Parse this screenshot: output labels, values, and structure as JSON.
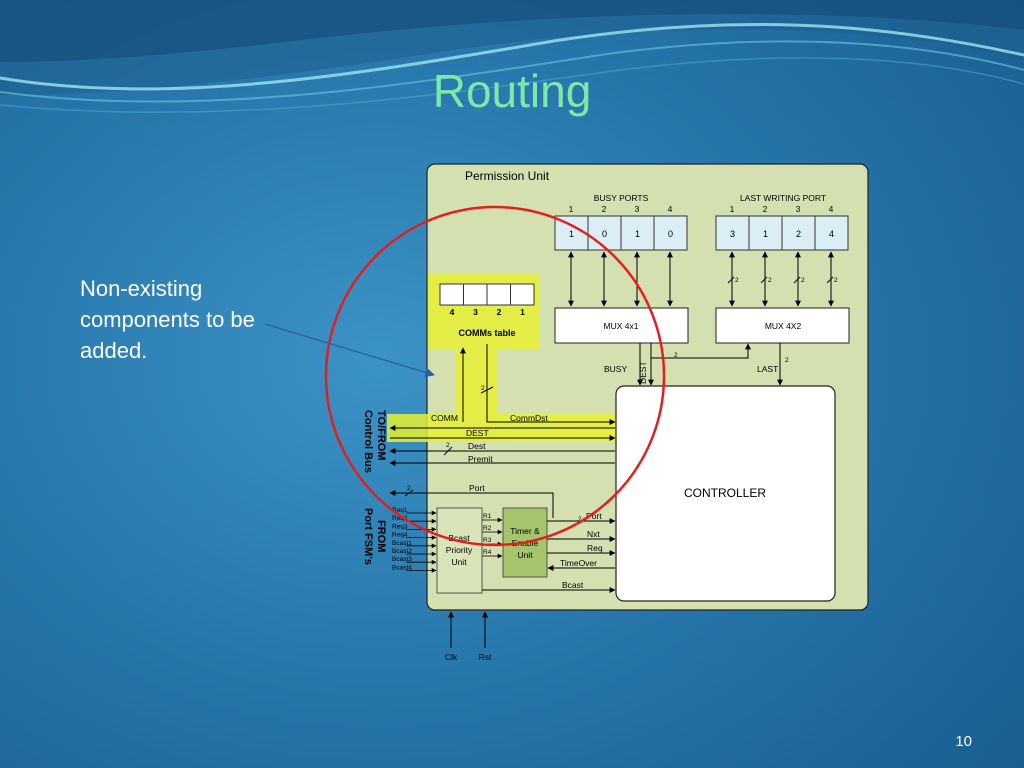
{
  "slide": {
    "title": "Routing",
    "note": "Non-existing components to be added.",
    "page_number": "10"
  },
  "permission_unit": {
    "label": "Permission Unit",
    "busy_ports": {
      "label": "BUSY PORTS",
      "indices": [
        "1",
        "2",
        "3",
        "4"
      ],
      "values": [
        "1",
        "0",
        "1",
        "0"
      ]
    },
    "last_writing_port": {
      "label": "LAST WRITING PORT",
      "indices": [
        "1",
        "2",
        "3",
        "4"
      ],
      "values": [
        "3",
        "1",
        "2",
        "4"
      ]
    },
    "mux1": "MUX 4x1",
    "mux2": "MUX 4X2",
    "bus_width": "2",
    "busy": "BUSY",
    "dest_vertical": "DEST",
    "last": "LAST",
    "comms_table": {
      "label": "COMMs table",
      "indices": [
        "4",
        "3",
        "2",
        "1"
      ]
    },
    "controller": "CONTROLLER",
    "signals": {
      "comm": "COMM",
      "comm_dst": "CommDst",
      "dest_upper": "DEST",
      "dest": "Dest",
      "premit": "Premit",
      "port": "Port",
      "port_right": "Port",
      "nxt": "Nxt",
      "req": "Req",
      "timeover": "TimeOver",
      "bcast": "Bcast"
    },
    "bcast_priority": [
      "Bcast",
      "Priority",
      "Unit"
    ],
    "timer_enable": [
      "Timer &",
      "Enable",
      "Unit"
    ],
    "req_inputs": [
      "Req1",
      "Req2",
      "Req3",
      "Req4",
      "Bcast1",
      "Bcast2",
      "Bcast3",
      "Bcast4"
    ],
    "r_outputs": [
      "R1",
      "R2",
      "R3",
      "R4"
    ],
    "clk": "Clk",
    "rst": "Rst",
    "control_bus": [
      "TO/FROM",
      "Control Bus"
    ],
    "port_fsms": [
      "FROM",
      "Port FSM's"
    ]
  },
  "colors": {
    "title": "#7ee8a8",
    "panel": "#d4e0b0",
    "highlight": "#e6f034",
    "circle": "#e02020",
    "register": "#dbeef6",
    "timer_unit": "#a5c46b"
  }
}
